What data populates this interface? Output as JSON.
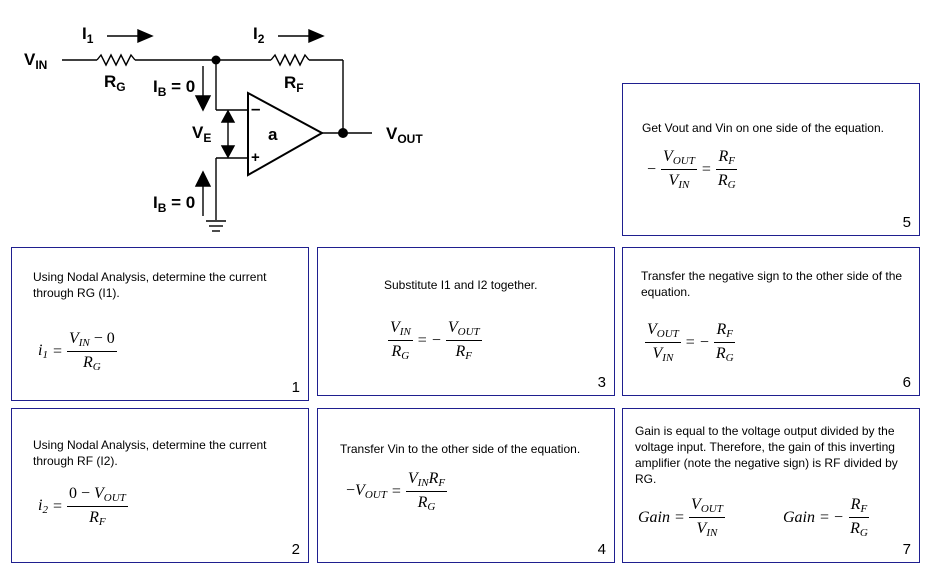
{
  "circuit": {
    "vin": {
      "main": "V",
      "sub": "IN"
    },
    "vout": {
      "main": "V",
      "sub": "OUT"
    },
    "i1": {
      "main": "I",
      "sub": "1"
    },
    "i2": {
      "main": "I",
      "sub": "2"
    },
    "rg": {
      "main": "R",
      "sub": "G"
    },
    "rf": {
      "main": "R",
      "sub": "F"
    },
    "ib_top": {
      "main": "I",
      "sub": "B",
      "rest": " = 0"
    },
    "ib_bottom": {
      "main": "I",
      "sub": "B",
      "rest": " = 0"
    },
    "ve": {
      "main": "V",
      "sub": "E"
    },
    "opamp_label": "a",
    "minus_sign": "–",
    "plus_sign": "+"
  },
  "steps": [
    {
      "number": "1",
      "text": "Using Nodal Analysis, determine the current through RG (I1).",
      "eq": {
        "lhs": "i",
        "lhs_sub": "1",
        "num": "V",
        "num_sub": "IN",
        "num_rest": " − 0",
        "den": "R",
        "den_sub": "G"
      }
    },
    {
      "number": "2",
      "text": "Using Nodal Analysis, determine the current through RF (I2).",
      "eq": {
        "lhs": "i",
        "lhs_sub": "2",
        "num_pre": "0 − ",
        "num": "V",
        "num_sub": "OUT",
        "den": "R",
        "den_sub": "F"
      }
    },
    {
      "number": "3",
      "text": "Substitute I1 and I2 together.",
      "eq": {
        "l_num": "V",
        "l_num_sub": "IN",
        "l_den": "R",
        "l_den_sub": "G",
        "r_sign": "−",
        "r_num": "V",
        "r_num_sub": "OUT",
        "r_den": "R",
        "r_den_sub": "F"
      }
    },
    {
      "number": "4",
      "text": "Transfer Vin to the other side of the equation.",
      "eq": {
        "lhs_sign": "−",
        "lhs": "V",
        "lhs_sub": "OUT",
        "num1": "V",
        "num1_sub": "IN",
        "num2": "R",
        "num2_sub": "F",
        "den": "R",
        "den_sub": "G"
      }
    },
    {
      "number": "5",
      "text": "Get Vout and Vin on one side of the equation.",
      "eq": {
        "l_sign": "−",
        "l_num": "V",
        "l_num_sub": "OUT",
        "l_den": "V",
        "l_den_sub": "IN",
        "r_num": "R",
        "r_num_sub": "F",
        "r_den": "R",
        "r_den_sub": "G"
      }
    },
    {
      "number": "6",
      "text": "Transfer the negative sign to the other side of the equation.",
      "eq": {
        "l_num": "V",
        "l_num_sub": "OUT",
        "l_den": "V",
        "l_den_sub": "IN",
        "r_sign": "−",
        "r_num": "R",
        "r_num_sub": "F",
        "r_den": "R",
        "r_den_sub": "G"
      }
    },
    {
      "number": "7",
      "text": "Gain is equal to the voltage output divided by the voltage input. Therefore, the gain of this inverting amplifier (note the negative sign) is RF divided by RG.",
      "eq": {
        "a_lhs": "Gain",
        "a_num": "V",
        "a_num_sub": "OUT",
        "a_den": "V",
        "a_den_sub": "IN",
        "b_lhs": "Gain",
        "b_sign": "−",
        "b_num": "R",
        "b_num_sub": "F",
        "b_den": "R",
        "b_den_sub": "G"
      }
    }
  ]
}
